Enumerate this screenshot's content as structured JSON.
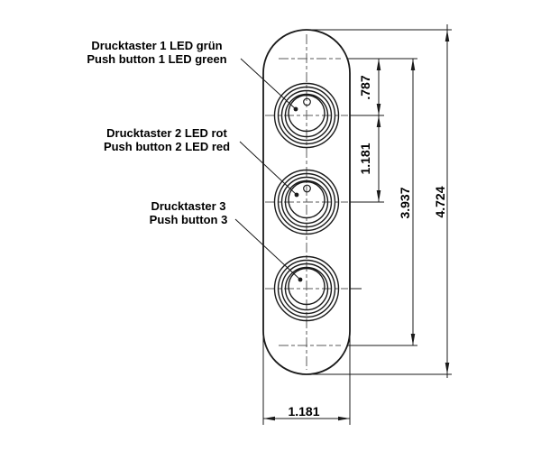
{
  "labels": {
    "button1": {
      "de": "Drucktaster 1 LED grün",
      "en": "Push button 1 LED green"
    },
    "button2": {
      "de": "Drucktaster 2 LED rot",
      "en": "Push button 2 LED red"
    },
    "button3": {
      "de": "Drucktaster 3",
      "en": "Push button 3"
    }
  },
  "dimensions": {
    "top_to_button1": ".787",
    "button1_to_button2": "1.181",
    "reference_length": "3.937",
    "overall_length": "4.724",
    "panel_width": "1.181"
  },
  "colors": {
    "line": "#1a1a1a",
    "centerline": "#5a5a5a",
    "background": "#ffffff"
  }
}
